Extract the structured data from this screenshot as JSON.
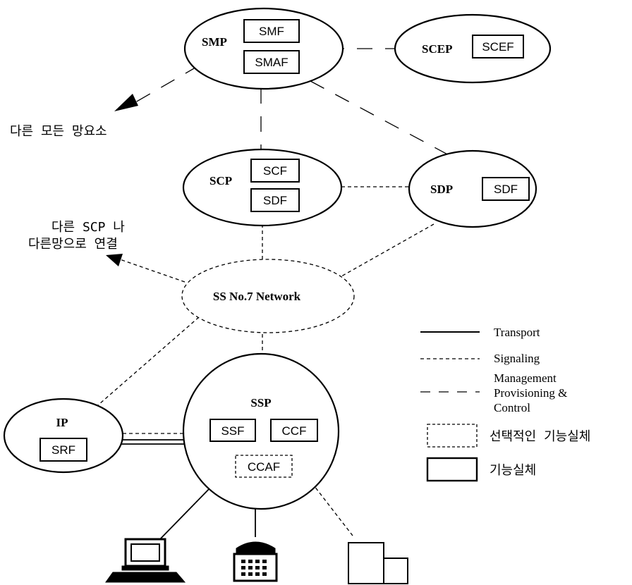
{
  "nodes": {
    "smp": {
      "label": "SMP",
      "boxes": [
        "SMF",
        "SMAF"
      ]
    },
    "scep": {
      "label": "SCEP",
      "boxes": [
        "SCEF"
      ]
    },
    "scp": {
      "label": "SCP",
      "boxes": [
        "SCF",
        "SDF"
      ]
    },
    "sdp": {
      "label": "SDP",
      "boxes": [
        "SDF"
      ]
    },
    "ip": {
      "label": "IP",
      "boxes": [
        "SRF"
      ]
    },
    "ssp": {
      "label": "SSP",
      "boxes": [
        "SSF",
        "CCF",
        "CCAF"
      ]
    }
  },
  "network": {
    "label": "SS No.7 Network"
  },
  "annotations": {
    "other_elements": "다른 모든 망요소",
    "other_scp_line1": "다른 SCP 나",
    "other_scp_line2": "다른망으로 연결"
  },
  "legend": {
    "transport": "Transport",
    "signaling": "Signaling",
    "management_1": "Management",
    "management_2": "Provisioning &",
    "management_3": "Control",
    "optional_entity": "선택적인 기능실체",
    "functional_entity": "기능실체"
  },
  "icons": [
    "computer-terminal-icon",
    "telephone-icon",
    "building-icon"
  ]
}
